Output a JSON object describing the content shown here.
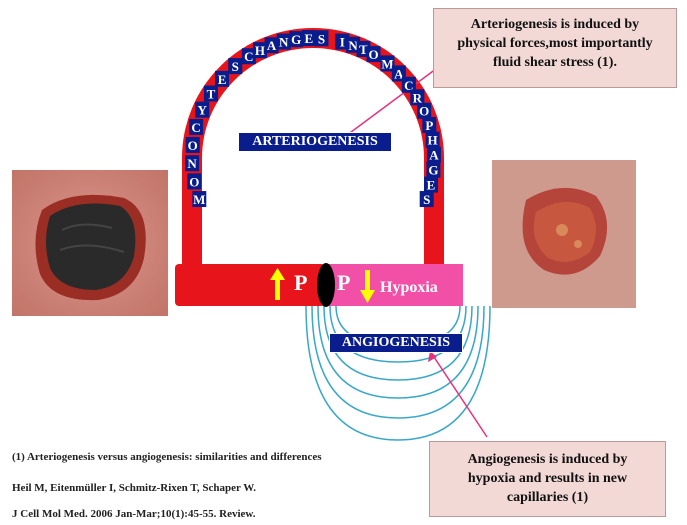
{
  "arc_left_letters": [
    "M",
    "O",
    "N",
    "O",
    "C",
    "Y",
    "T",
    "E",
    "S"
  ],
  "arc_top_letters": [
    "C",
    "H",
    "A",
    "N",
    "G",
    "E",
    "S"
  ],
  "arc_right_top_letters": [
    "I",
    "N",
    "T",
    "O"
  ],
  "arc_right_letters": [
    "M",
    "A",
    "C",
    "R",
    "O",
    "P",
    "H",
    "A",
    "G",
    "E",
    "S"
  ],
  "labels": {
    "arteriogenesis": "ARTERIOGENESIS",
    "angiogenesis": "ANGIOGENESIS"
  },
  "vessel": {
    "pressure_left": "P",
    "pressure_right": "P",
    "hypoxia": "Hypoxia"
  },
  "callouts": {
    "top": [
      "Arteriogenesis is induced by",
      "physical forces,most importantly",
      "fluid shear stress (1)."
    ],
    "bottom": [
      "Angiogenesis is induced by",
      "hypoxia and results in new",
      "capillaries (1)"
    ]
  },
  "reference": {
    "line1": "(1) Arteriogenesis versus angiogenesis: similarities and differences",
    "line2": "Heil M, Eitenmüller I, Schmitz-Rixen T, Schaper W.",
    "line3": "J Cell Mol Med. 2006 Jan-Mar;10(1):45-55. Review."
  },
  "colors": {
    "artery": "#e8141c",
    "hypoxic_vessel": "#f24fa6",
    "label_bg": "#0a1d8c",
    "capillary": "#39a7c9",
    "arrow": "#ffff00",
    "callout_bg": "#f2d9d6",
    "connector": "#e8307f"
  }
}
